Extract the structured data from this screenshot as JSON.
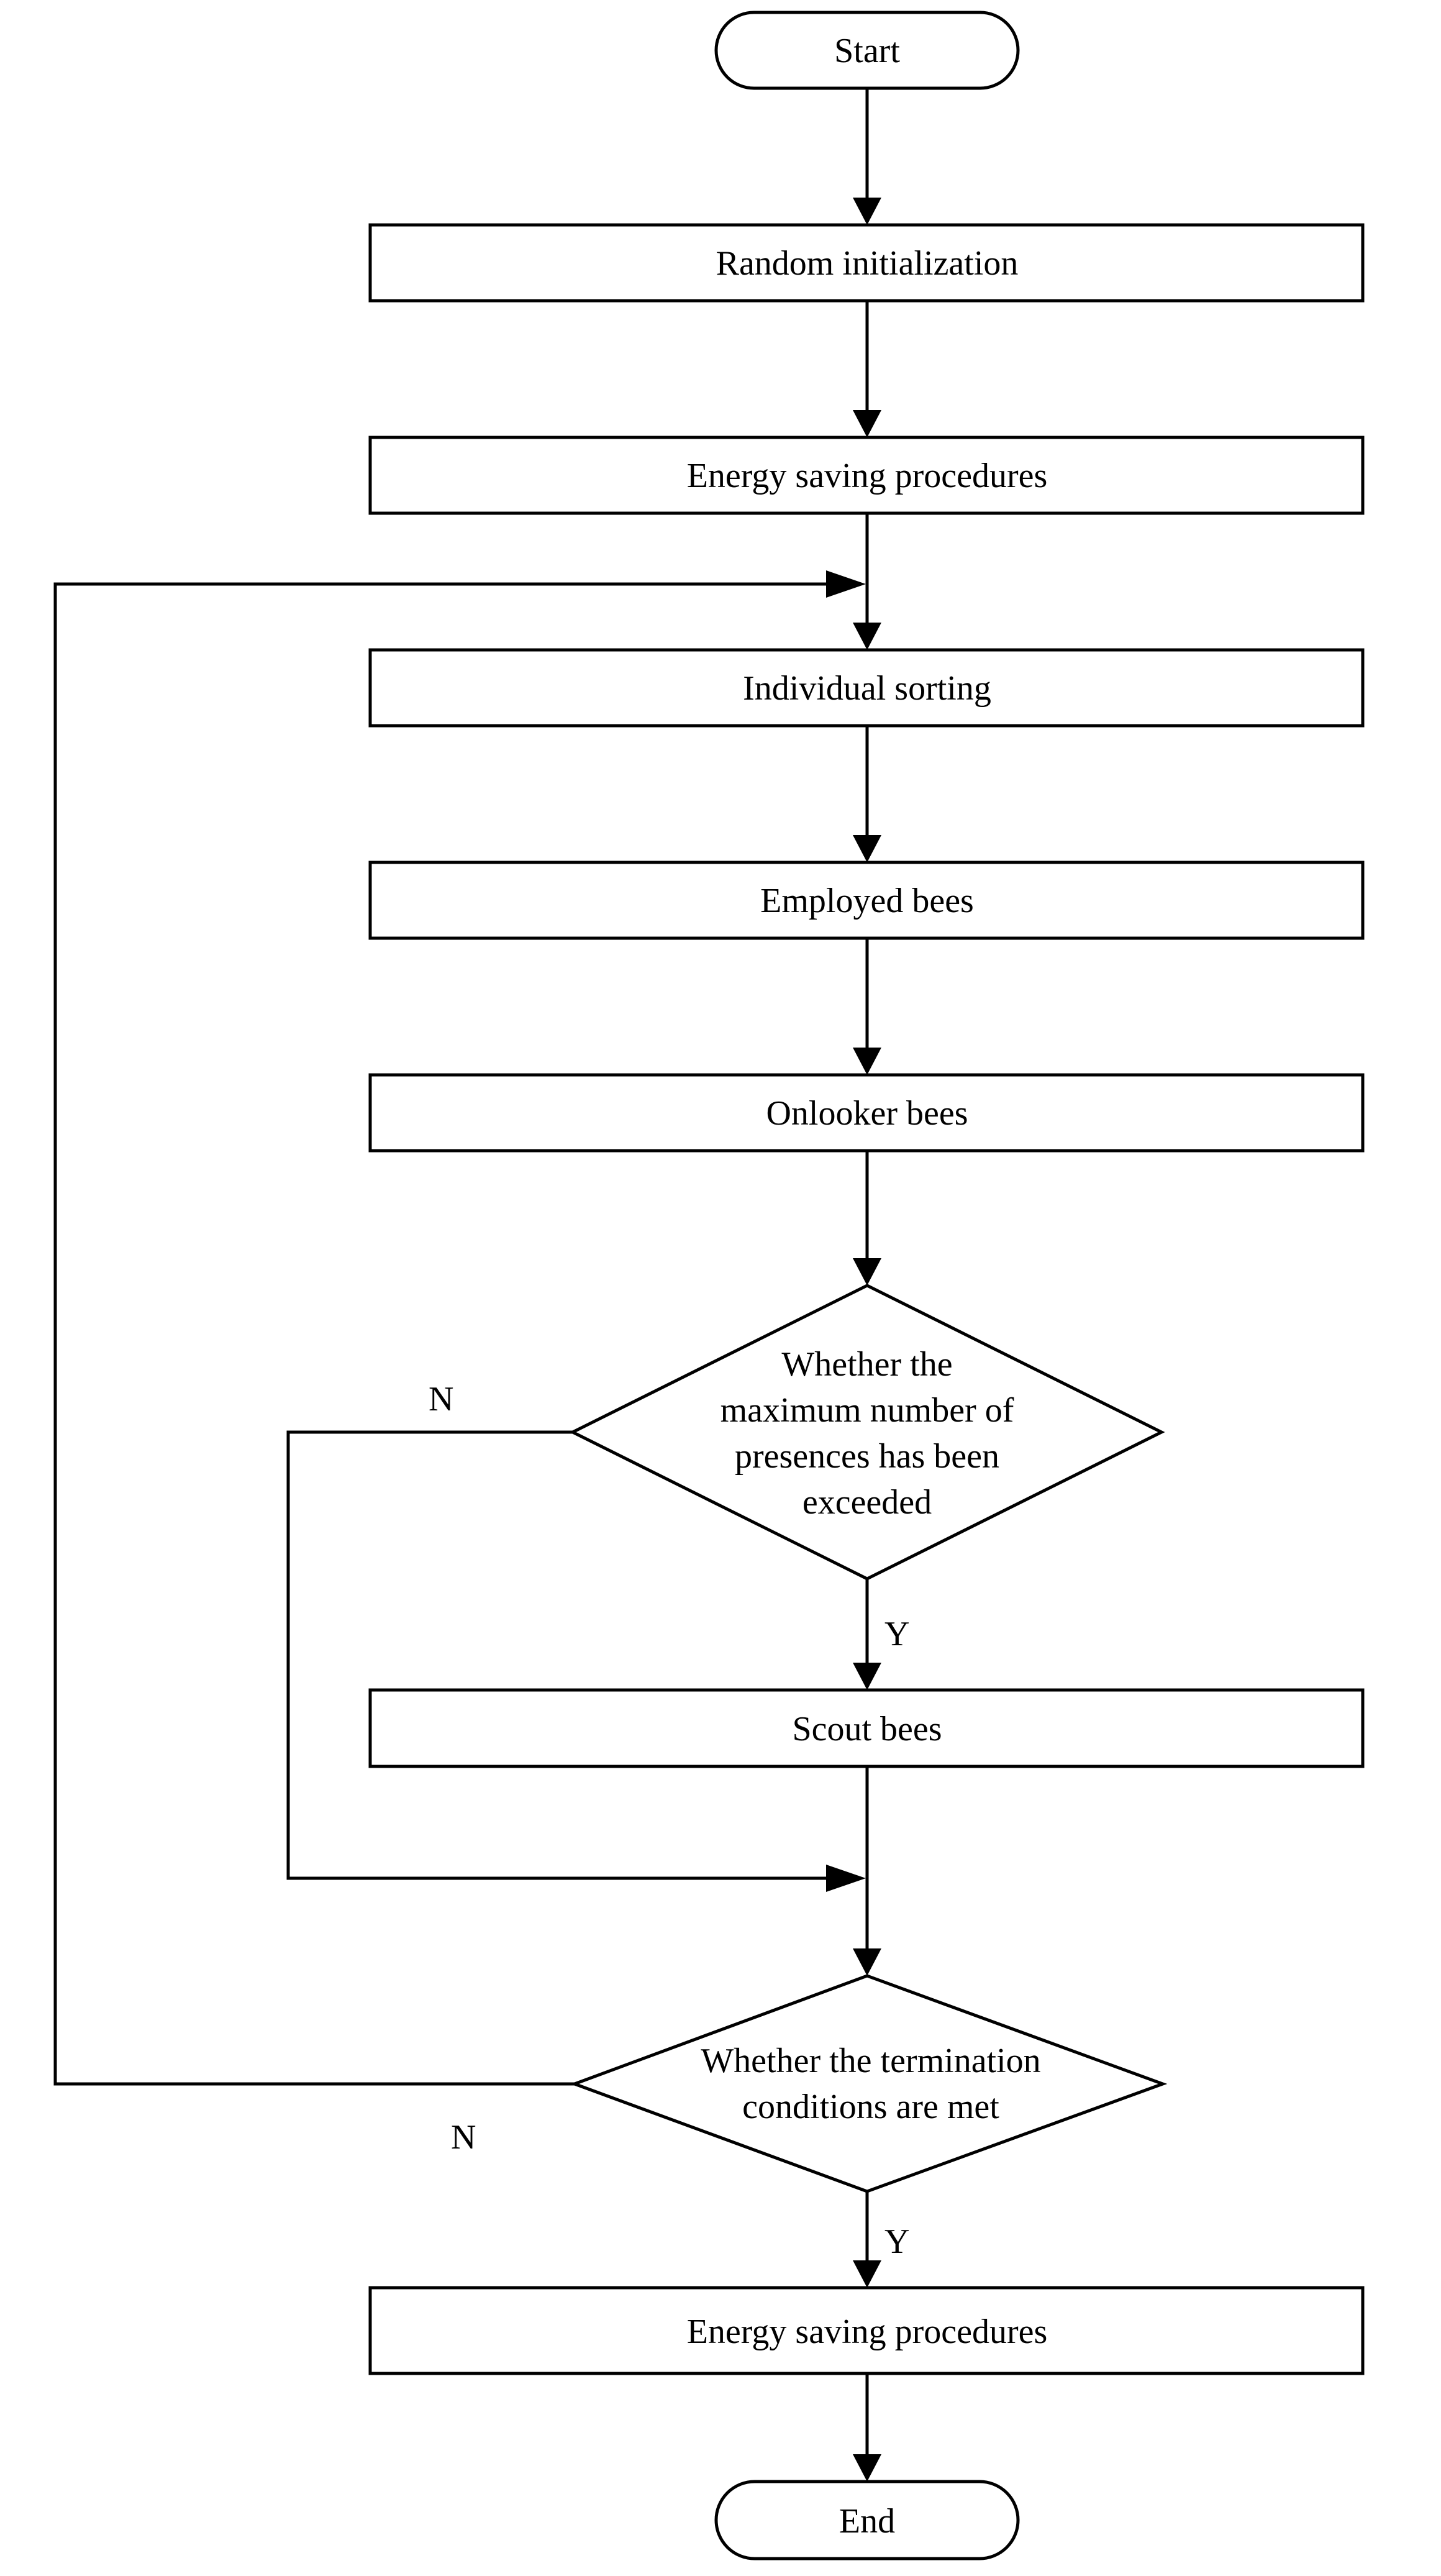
{
  "nodes": {
    "start": "Start",
    "random_init": "Random initialization",
    "energy_saving_1": "Energy saving procedures",
    "individual_sorting": "Individual sorting",
    "employed_bees": "Employed bees",
    "onlooker_bees": "Onlooker bees",
    "decision_presences": [
      "Whether the",
      "maximum number of",
      "presences has been",
      "exceeded"
    ],
    "scout_bees": "Scout bees",
    "decision_termination": [
      "Whether the termination",
      "conditions are met"
    ],
    "energy_saving_2": "Energy saving procedures",
    "end": "End"
  },
  "edge_labels": {
    "presences_no": "N",
    "presences_yes": "Y",
    "termination_no": "N",
    "termination_yes": "Y"
  },
  "colors": {
    "stroke": "#000000",
    "fill": "#ffffff"
  }
}
